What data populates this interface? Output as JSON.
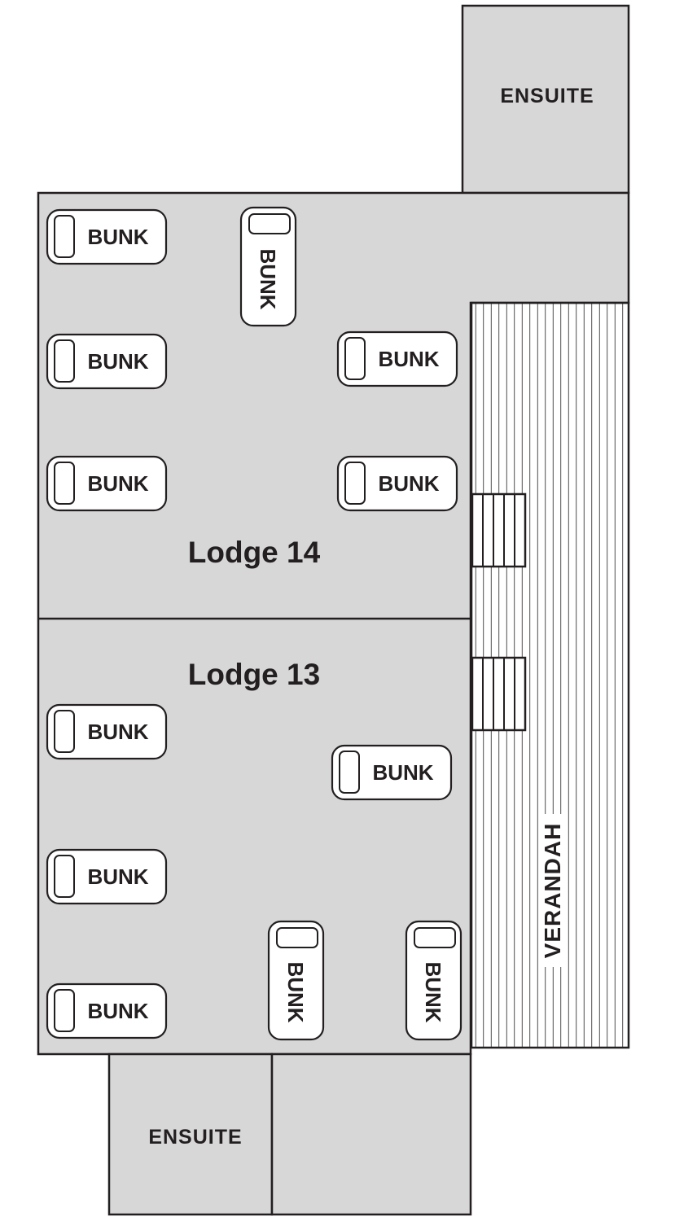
{
  "floorplan": {
    "ensuite_top": "ENSUITE",
    "ensuite_bottom": "ENSUITE",
    "lodge_14": "Lodge 14",
    "lodge_13": "Lodge 13",
    "verandah": "VERANDAH",
    "bunk_label": "BUNK",
    "lodge_14_bunk_count": 6,
    "lodge_13_bunk_count": 6
  },
  "colors": {
    "room_fill": "#d7d7d7",
    "outline": "#231f20",
    "bunk_fill": "#ffffff"
  }
}
